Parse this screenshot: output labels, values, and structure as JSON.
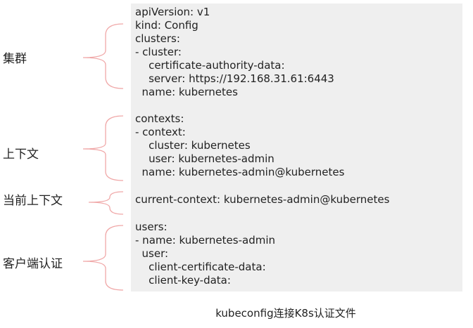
{
  "code_lines": [
    "apiVersion: v1",
    "kind: Config",
    "clusters:",
    "- cluster:",
    "    certificate-authority-data:",
    "    server: https://192.168.31.61:6443",
    "  name: kubernetes",
    "",
    "contexts:",
    "- context:",
    "    cluster: kubernetes",
    "    user: kubernetes-admin",
    "  name: kubernetes-admin@kubernetes",
    "",
    "current-context: kubernetes-admin@kubernetes",
    "",
    "users:",
    "- name: kubernetes-admin",
    "  user:",
    "    client-certificate-data:",
    "    client-key-data:"
  ],
  "labels": {
    "cluster": "集群",
    "context": "上下文",
    "current_context": "当前上下文",
    "client_auth": "客户端认证"
  },
  "caption": "kubeconfig连接K8s认证文件",
  "colors": {
    "brace": "#f0a8a8",
    "panel": "#efefef"
  }
}
